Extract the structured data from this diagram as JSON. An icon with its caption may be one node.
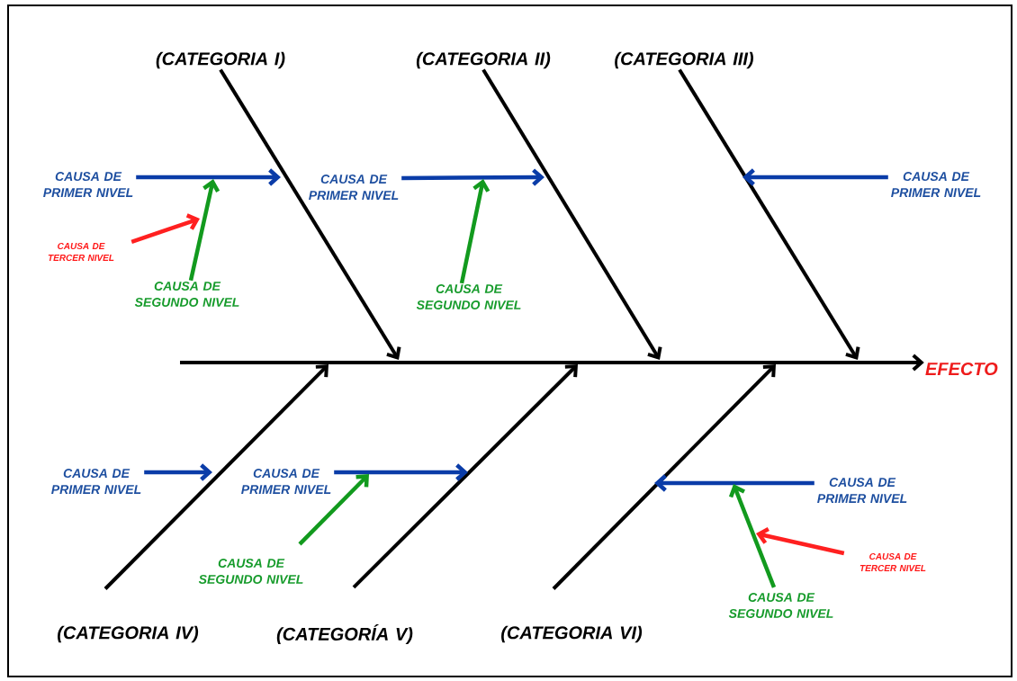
{
  "diagram": {
    "nodes": [
      {
        "text": [
          "(CATEGORIA I)"
        ]
      },
      {
        "text": [
          "(CATEGORIA II)"
        ]
      },
      {
        "text": [
          "(CATEGORIA III)"
        ]
      },
      {
        "text": [
          "(CATEGORIA IV)"
        ]
      },
      {
        "text": [
          "(CATEGORÍA V)"
        ]
      },
      {
        "text": [
          "(CATEGORIA VI)"
        ]
      },
      {
        "text": [
          "EFECTO"
        ]
      },
      {
        "text": [
          "CAUSA DE PRIMER NIVEL"
        ]
      },
      {
        "text": [
          "CAUSA DE TERCER NIVEL"
        ]
      },
      {
        "text": [
          "CAUSA DE SEGUNDO NIVEL"
        ]
      },
      {
        "text": [
          "CAUSA DE PRIMER NIVEL"
        ]
      },
      {
        "text": [
          "CAUSA DE SEGUNDO NIVEL"
        ]
      },
      {
        "text": [
          "CAUSA DE PRIMER NIVEL"
        ]
      },
      {
        "text": [
          "CAUSA DE PRIMER NIVEL"
        ]
      },
      {
        "text": [
          "CAUSA DE PRIMER NIVEL"
        ]
      },
      {
        "text": [
          "CAUSA DE SEGUNDO NIVEL"
        ]
      },
      {
        "text": [
          "CAUSA DE PRIMER NIVEL"
        ]
      },
      {
        "text": [
          "CAUSA DE SEGUNDO NIVEL"
        ]
      },
      {
        "text": [
          "CAUSA DE TERCER NIVEL"
        ]
      }
    ],
    "edges": [
      {
        "from": null,
        "to": 6,
        "arrow": "to"
      },
      {
        "from": 0,
        "to": null,
        "arrow": "to"
      },
      {
        "from": 1,
        "to": null,
        "arrow": "to"
      },
      {
        "from": 2,
        "to": null,
        "arrow": "to"
      },
      {
        "from": 3,
        "to": null,
        "arrow": "to"
      },
      {
        "from": 4,
        "to": null,
        "arrow": "to"
      },
      {
        "from": 5,
        "to": null,
        "arrow": "to"
      },
      {
        "from": 7,
        "to": null,
        "arrow": "to",
        "color": "#0a3ca8"
      },
      {
        "from": 8,
        "to": null,
        "arrow": "to",
        "color": "#ff2020"
      },
      {
        "from": 9,
        "to": null,
        "arrow": "to",
        "color": "#129a1e"
      },
      {
        "from": 10,
        "to": null,
        "arrow": "to",
        "color": "#0a3ca8"
      },
      {
        "from": 11,
        "to": null,
        "arrow": "to",
        "color": "#129a1e"
      },
      {
        "from": 12,
        "to": null,
        "arrow": "to",
        "color": "#0a3ca8"
      },
      {
        "from": 13,
        "to": null,
        "arrow": "to",
        "color": "#0a3ca8"
      },
      {
        "from": 14,
        "to": null,
        "arrow": "to",
        "color": "#0a3ca8"
      },
      {
        "from": 15,
        "to": null,
        "arrow": "to",
        "color": "#129a1e"
      },
      {
        "from": 16,
        "to": null,
        "arrow": "to",
        "color": "#0a3ca8"
      },
      {
        "from": 17,
        "to": null,
        "arrow": "to",
        "color": "#129a1e"
      },
      {
        "from": 18,
        "to": null,
        "arrow": "to",
        "color": "#ff2020"
      }
    ]
  }
}
